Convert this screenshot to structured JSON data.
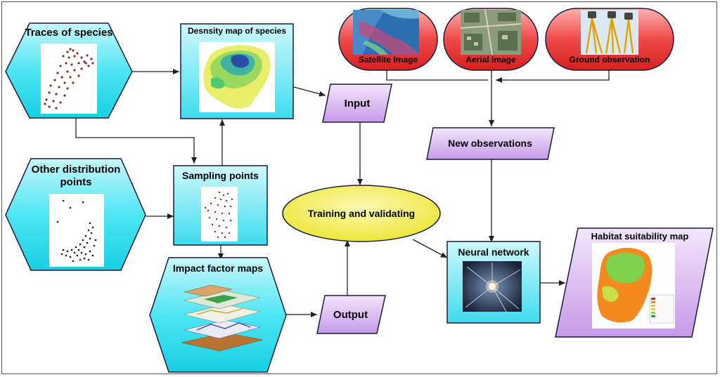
{
  "nodes": {
    "traces": "Traces of species",
    "density": "Desnsity map of species",
    "other_line1": "Other distribution",
    "other_line2": "points",
    "sampling": "Sampling points",
    "impact": "Impact factor maps",
    "input": "Input",
    "output": "Output",
    "training": "Training and validating",
    "new_obs": "New observations",
    "neural": "Neural network",
    "habitat": "Habitat suitability map",
    "satellite": "Satellite Image",
    "aerial": "Aerial image",
    "ground": "Ground observation"
  },
  "colors": {
    "cyan_fill": "#33e0f0",
    "purple_fill": "#d9b3f2",
    "red_fill": "#e83a3a",
    "yellow_fill": "#f7f25e"
  }
}
